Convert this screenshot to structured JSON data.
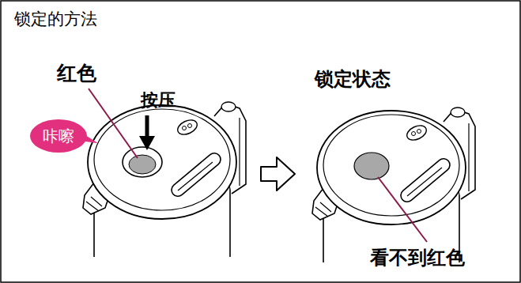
{
  "diagram": {
    "title": "锁定的方法",
    "nodes": [
      {
        "text": [
          "咔嚓"
        ]
      }
    ],
    "labels": [
      "红色",
      "按压",
      "锁定状态",
      "看不到红色"
    ]
  }
}
